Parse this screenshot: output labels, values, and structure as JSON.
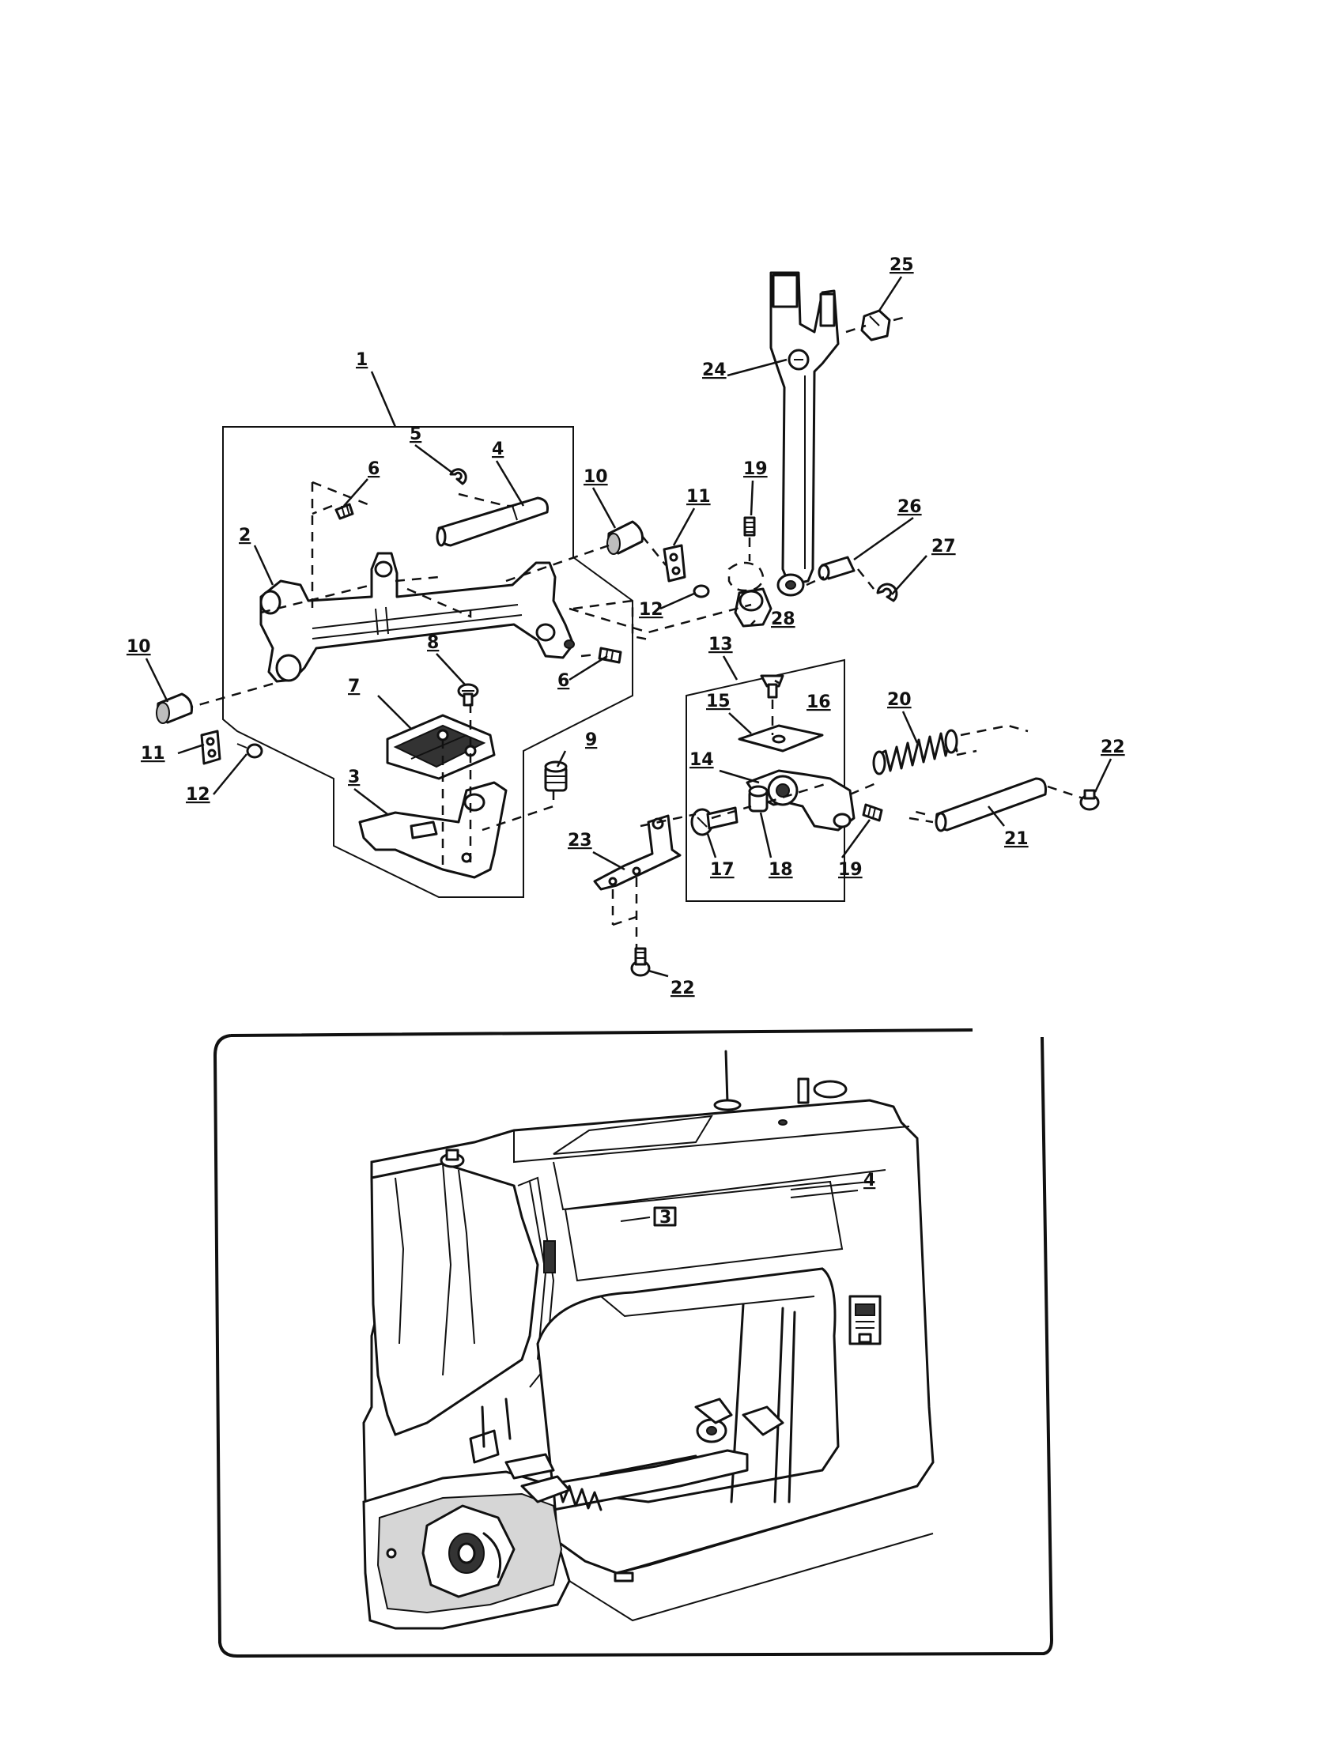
{
  "labels": {
    "l1": "1",
    "l2": "2",
    "l3": "3",
    "l4": "4",
    "l5": "5",
    "l6a": "6",
    "l6b": "6",
    "l7": "7",
    "l8": "8",
    "l9": "9",
    "l10a": "10",
    "l10b": "10",
    "l11a": "11",
    "l11b": "11",
    "l12a": "12",
    "l12b": "12",
    "l13": "13",
    "l14": "14",
    "l15": "15",
    "l16": "16",
    "l17": "17",
    "l18": "18",
    "l19a": "19",
    "l19b": "19",
    "l20": "20",
    "l21": "21",
    "l22a": "22",
    "l22b": "22",
    "l23": "23",
    "l24": "24",
    "l25": "25",
    "l26": "26",
    "l27": "27",
    "l28": "28"
  },
  "inset": {
    "callout_3": "3",
    "callout_4": "4"
  }
}
